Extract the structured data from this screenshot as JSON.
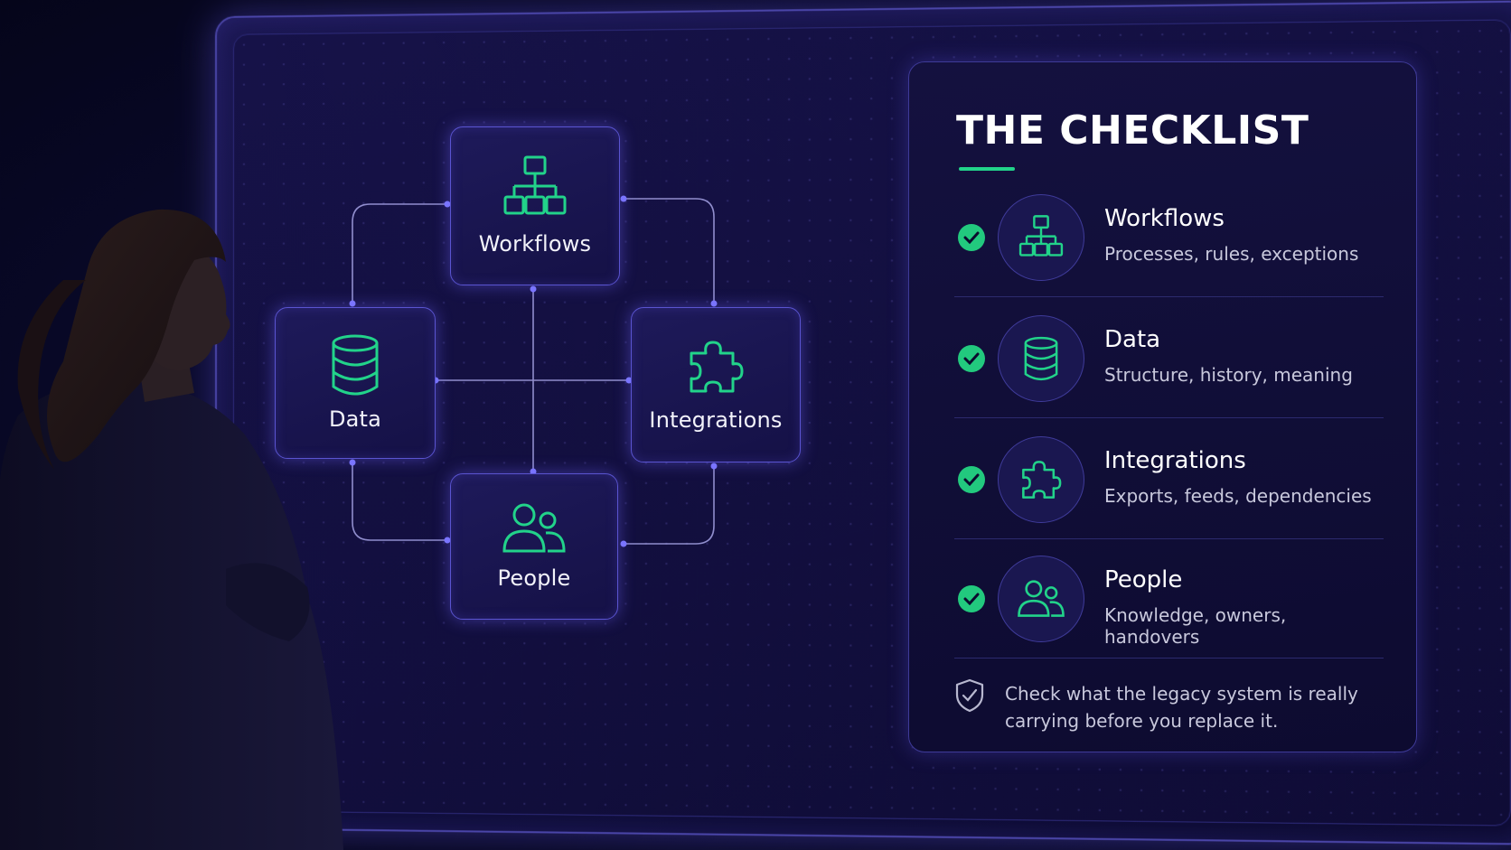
{
  "diagram": {
    "nodes": [
      {
        "id": "workflows",
        "label": "Workflows",
        "icon": "org-chart-icon"
      },
      {
        "id": "data",
        "label": "Data",
        "icon": "database-icon"
      },
      {
        "id": "integrations",
        "label": "Integrations",
        "icon": "puzzle-icon"
      },
      {
        "id": "people",
        "label": "People",
        "icon": "people-icon"
      }
    ]
  },
  "checklist": {
    "title": "THE CHECKLIST",
    "items": [
      {
        "title": "Workflows",
        "desc": "Processes, rules, exceptions",
        "icon": "org-chart-icon"
      },
      {
        "title": "Data",
        "desc": "Structure, history, meaning",
        "icon": "database-icon"
      },
      {
        "title": "Integrations",
        "desc": "Exports, feeds, dependencies",
        "icon": "puzzle-icon"
      },
      {
        "title": "People",
        "desc": "Knowledge, owners, handovers",
        "icon": "people-icon"
      }
    ],
    "note": "Check what the legacy system is really carrying before you replace it."
  },
  "colors": {
    "accent": "#22d38a",
    "glow": "#5a54d0",
    "background": "#0a0a2e"
  }
}
